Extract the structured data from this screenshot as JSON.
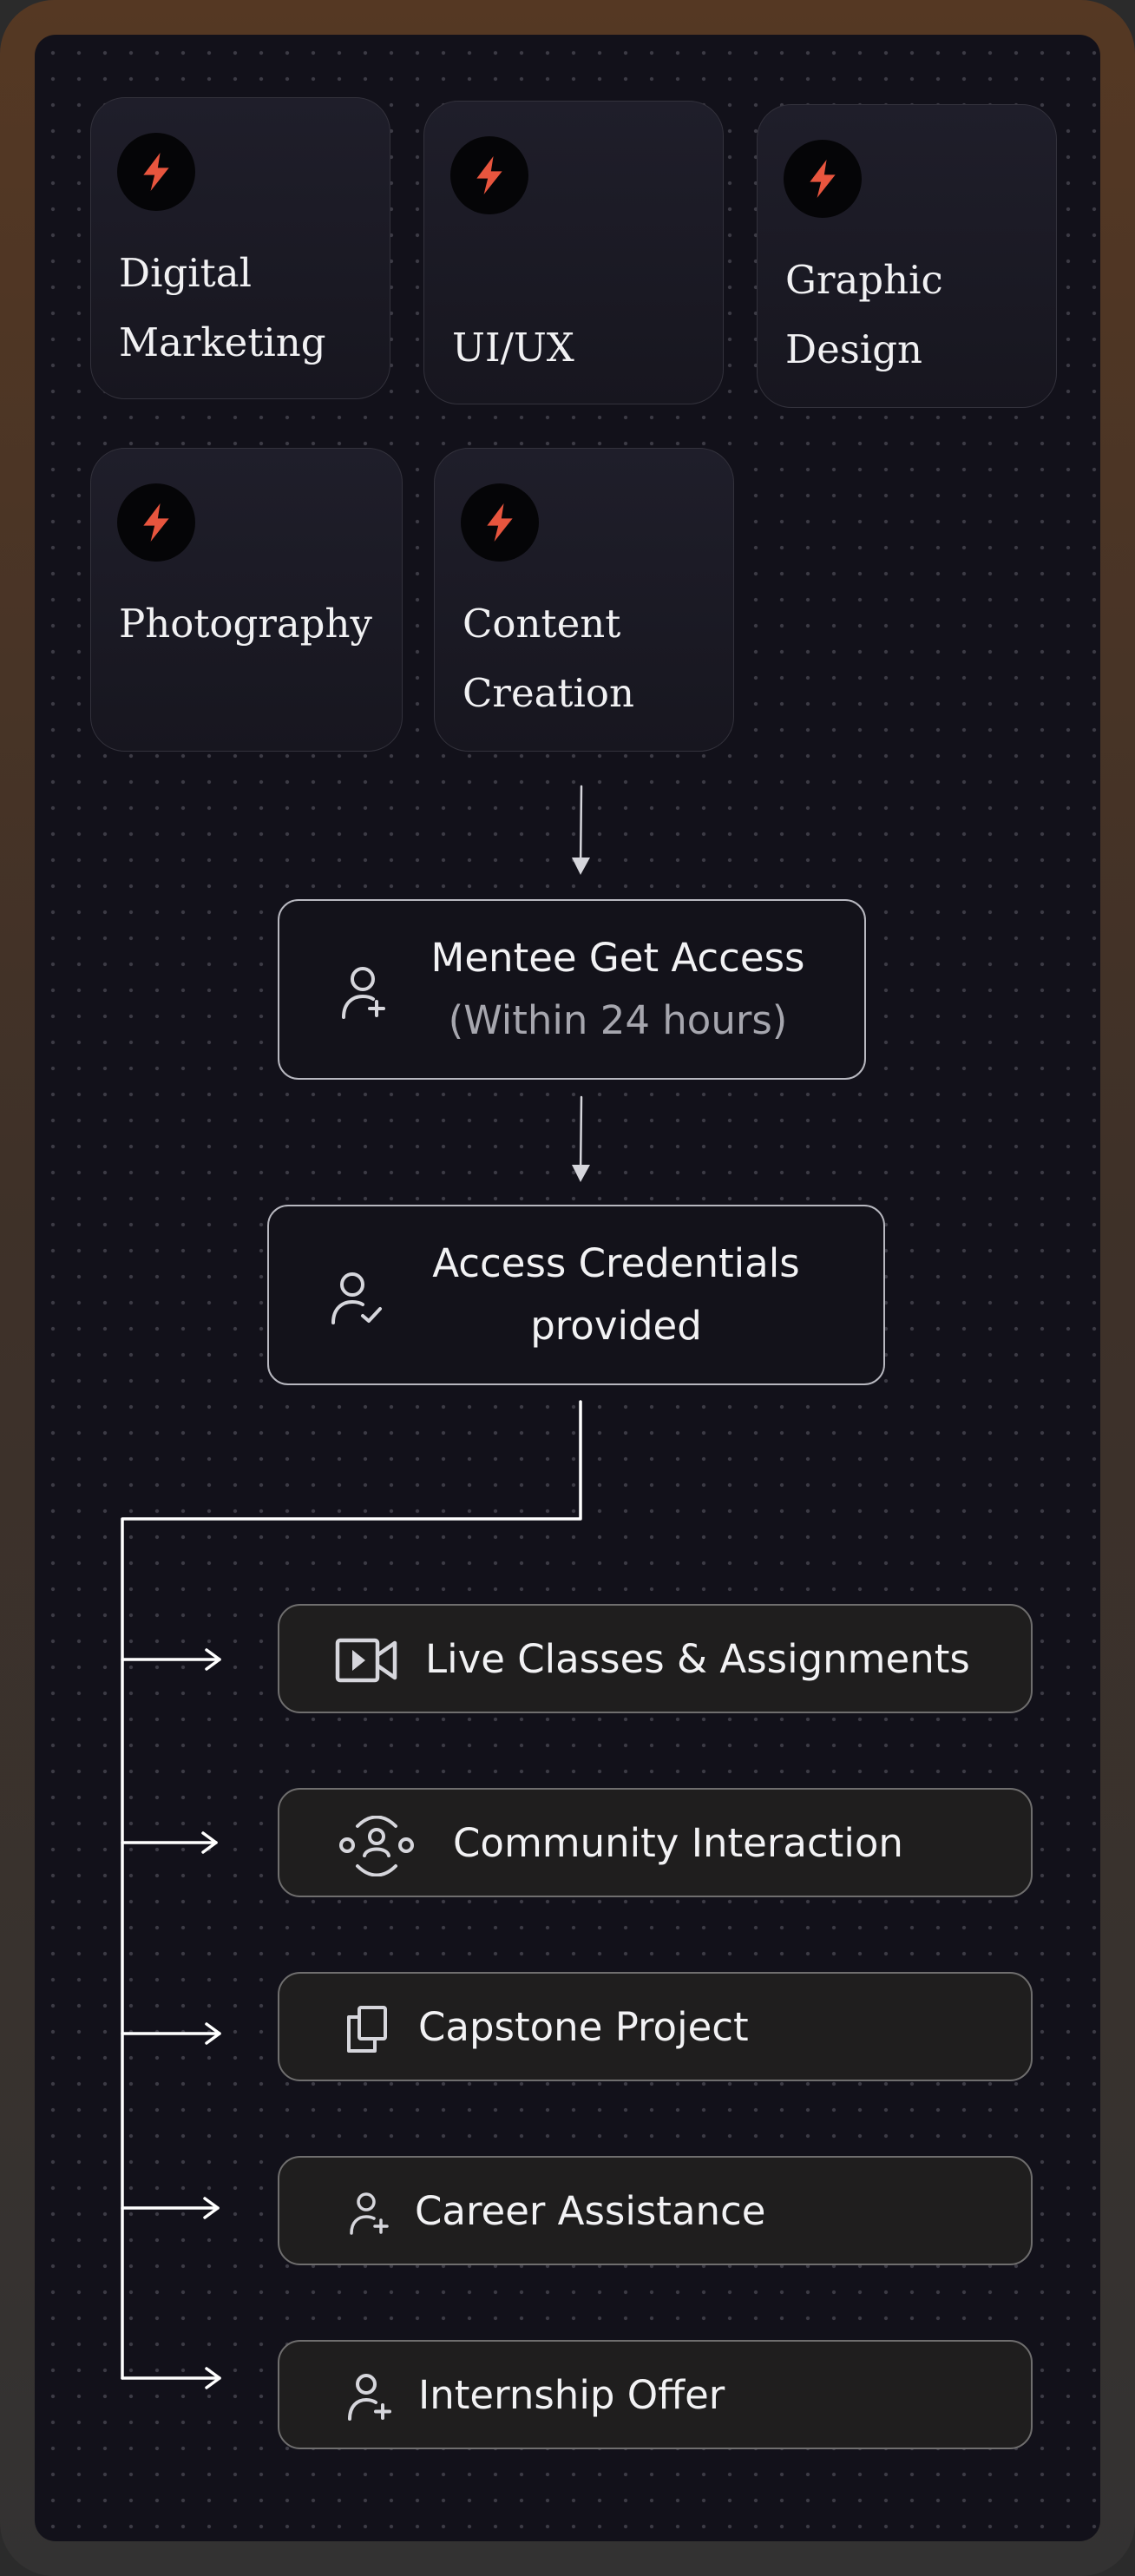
{
  "categories": [
    {
      "id": "digital-marketing",
      "line1": "Digital",
      "line2": "Marketing",
      "icon": "lightning-bolt-icon"
    },
    {
      "id": "ui-ux",
      "line1": "",
      "line2": "UI/UX",
      "icon": "lightning-bolt-icon"
    },
    {
      "id": "graphic-design",
      "line1": "Graphic",
      "line2": "Design",
      "icon": "lightning-bolt-icon"
    },
    {
      "id": "photography",
      "line1": "Photography",
      "line2": "",
      "icon": "lightning-bolt-icon"
    },
    {
      "id": "content-creation",
      "line1": "Content",
      "line2": "Creation",
      "icon": "lightning-bolt-icon"
    }
  ],
  "steps": {
    "access": {
      "line1": "Mentee Get Access",
      "line2": "(Within 24 hours)",
      "icon": "user-plus-icon"
    },
    "credentials": {
      "line1": "Access Credentials",
      "line2": "provided",
      "icon": "user-check-icon"
    }
  },
  "features": [
    {
      "label": "Live Classes & Assignments",
      "icon": "video-camera-icon"
    },
    {
      "label": "Community Interaction",
      "icon": "community-icon"
    },
    {
      "label": "Capstone Project",
      "icon": "copy-icon"
    },
    {
      "label": "Career Assistance",
      "icon": "user-plus-icon"
    },
    {
      "label": "Internship Offer",
      "icon": "user-plus-icon"
    }
  ],
  "colors": {
    "accent": "#e8553e",
    "panel": "#12111a",
    "frame_top": "#553823",
    "frame_bottom": "#333232"
  }
}
